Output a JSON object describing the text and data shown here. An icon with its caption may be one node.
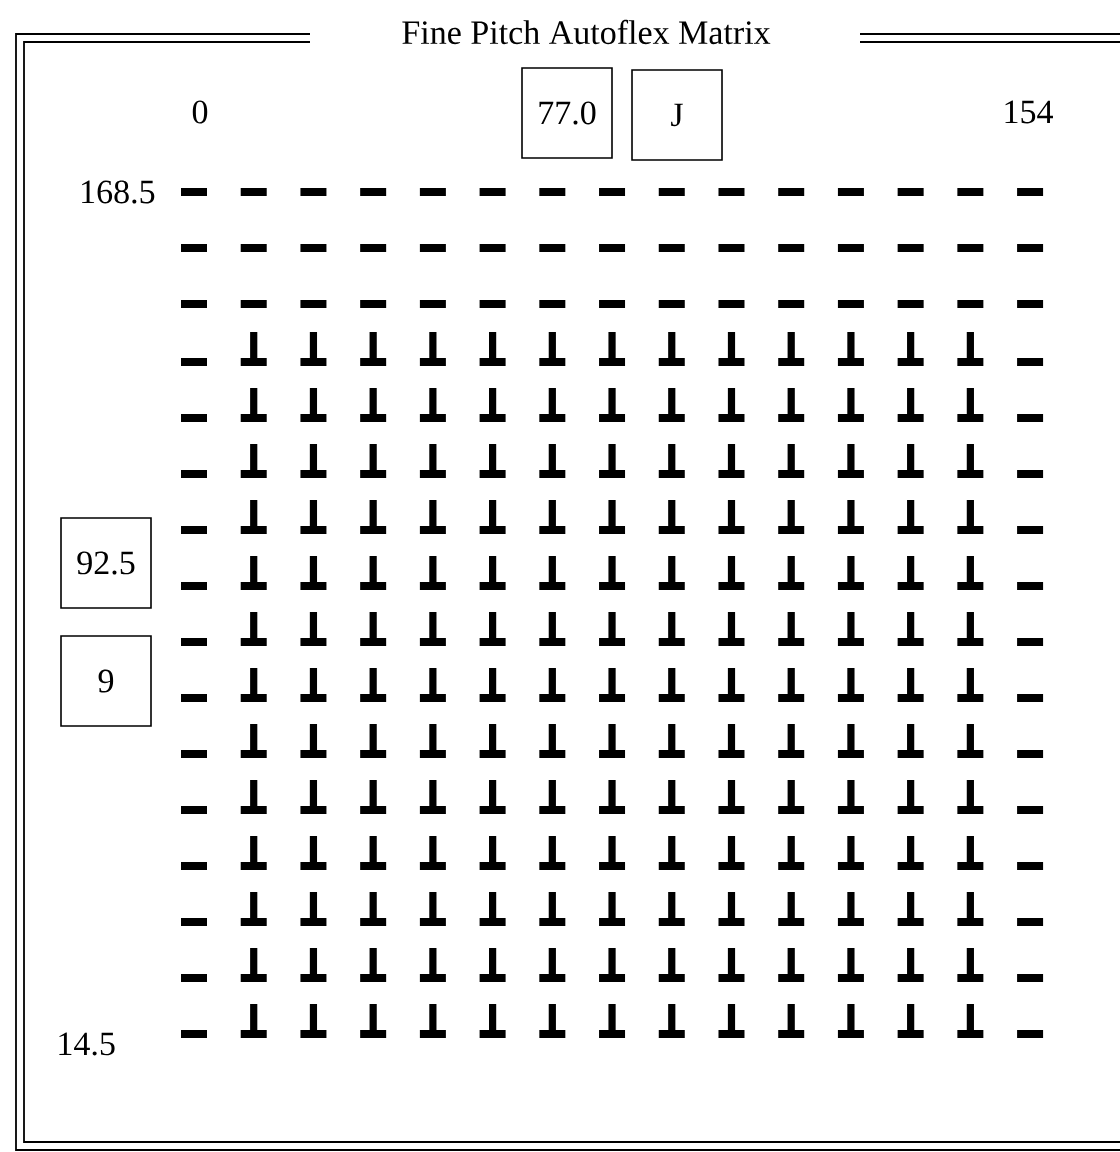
{
  "diagram": {
    "title": "Fine Pitch Autoflex Matrix",
    "nodes": [
      {
        "text": [
          "77.0"
        ]
      },
      {
        "text": [
          "J"
        ]
      },
      {
        "text": [
          "92.5"
        ]
      },
      {
        "text": [
          "9"
        ]
      }
    ],
    "labels": [
      "0",
      "154",
      "168.5",
      "14.5"
    ]
  }
}
